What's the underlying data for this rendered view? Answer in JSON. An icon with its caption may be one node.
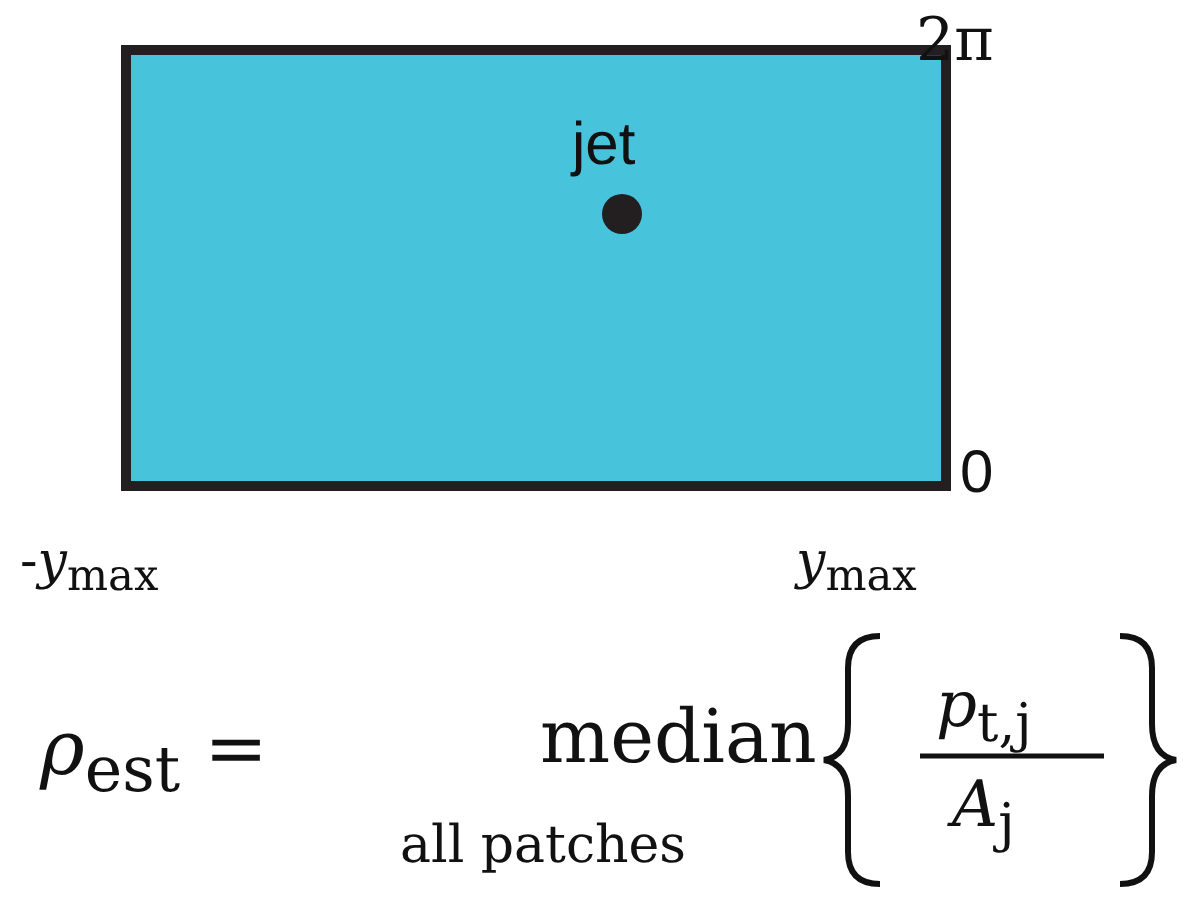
{
  "diagram": {
    "labels": [
      "2π",
      "jet",
      "0",
      "-*y*$_{max}$",
      "*y*$_{max}$",
      "*ρ*$_{est}$ =",
      "median",
      "all patches",
      "*p*$_{t,j}$",
      "*A*$_{j}$"
    ]
  }
}
